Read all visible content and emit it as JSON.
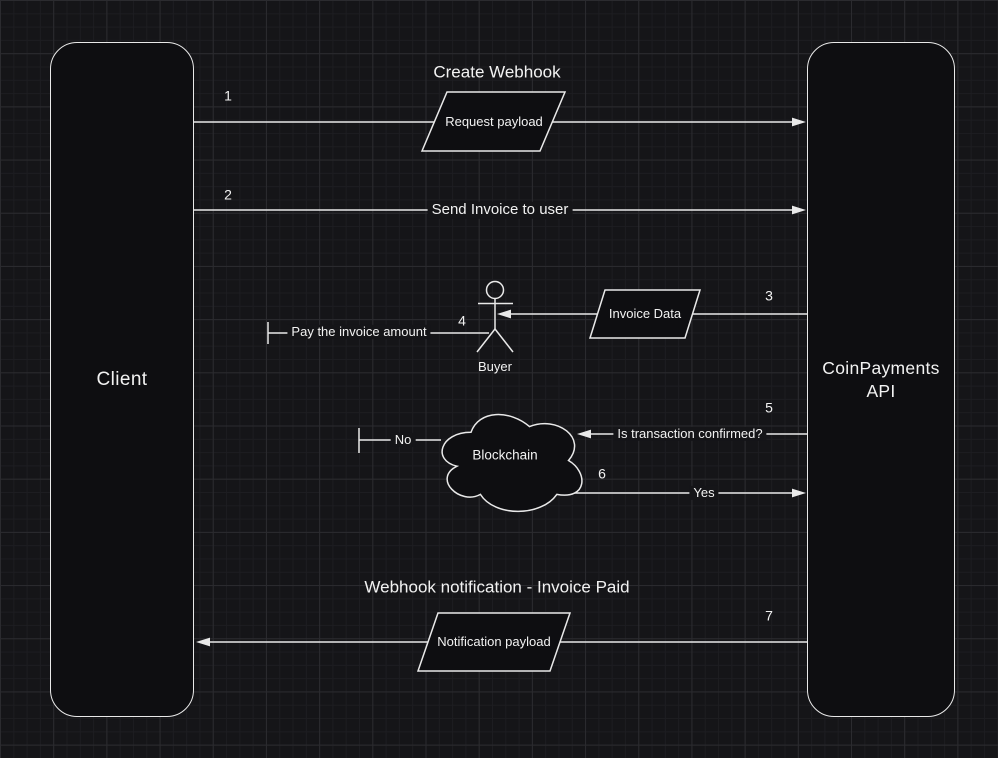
{
  "actors": {
    "client": {
      "label": "Client"
    },
    "api": {
      "line1": "CoinPayments",
      "line2": "API"
    },
    "buyer": {
      "label": "Buyer"
    },
    "blockchain": {
      "label": "Blockchain"
    }
  },
  "flows": {
    "create_webhook": {
      "number": "1",
      "title": "Create Webhook",
      "payload": "Request payload"
    },
    "send_invoice": {
      "number": "2",
      "label": "Send Invoice to user"
    },
    "invoice_data": {
      "number": "3",
      "payload": "Invoice Data"
    },
    "pay_invoice": {
      "number": "4",
      "label": "Pay the invoice amount"
    },
    "confirm_check": {
      "number": "5",
      "label": "Is transaction confirmed?"
    },
    "confirm_result": {
      "number": "6",
      "yes_label": "Yes",
      "no_label": "No"
    },
    "webhook_notification": {
      "number": "7",
      "title": "Webhook notification - Invoice Paid",
      "payload": "Notification payload"
    }
  },
  "colors": {
    "background": "#151518",
    "stroke": "#e9e9e9",
    "shape_fill": "#0e0e11",
    "grid_minor": "#1d1d21",
    "grid_major": "#2b2b2f",
    "text": "#f2f2f2"
  }
}
